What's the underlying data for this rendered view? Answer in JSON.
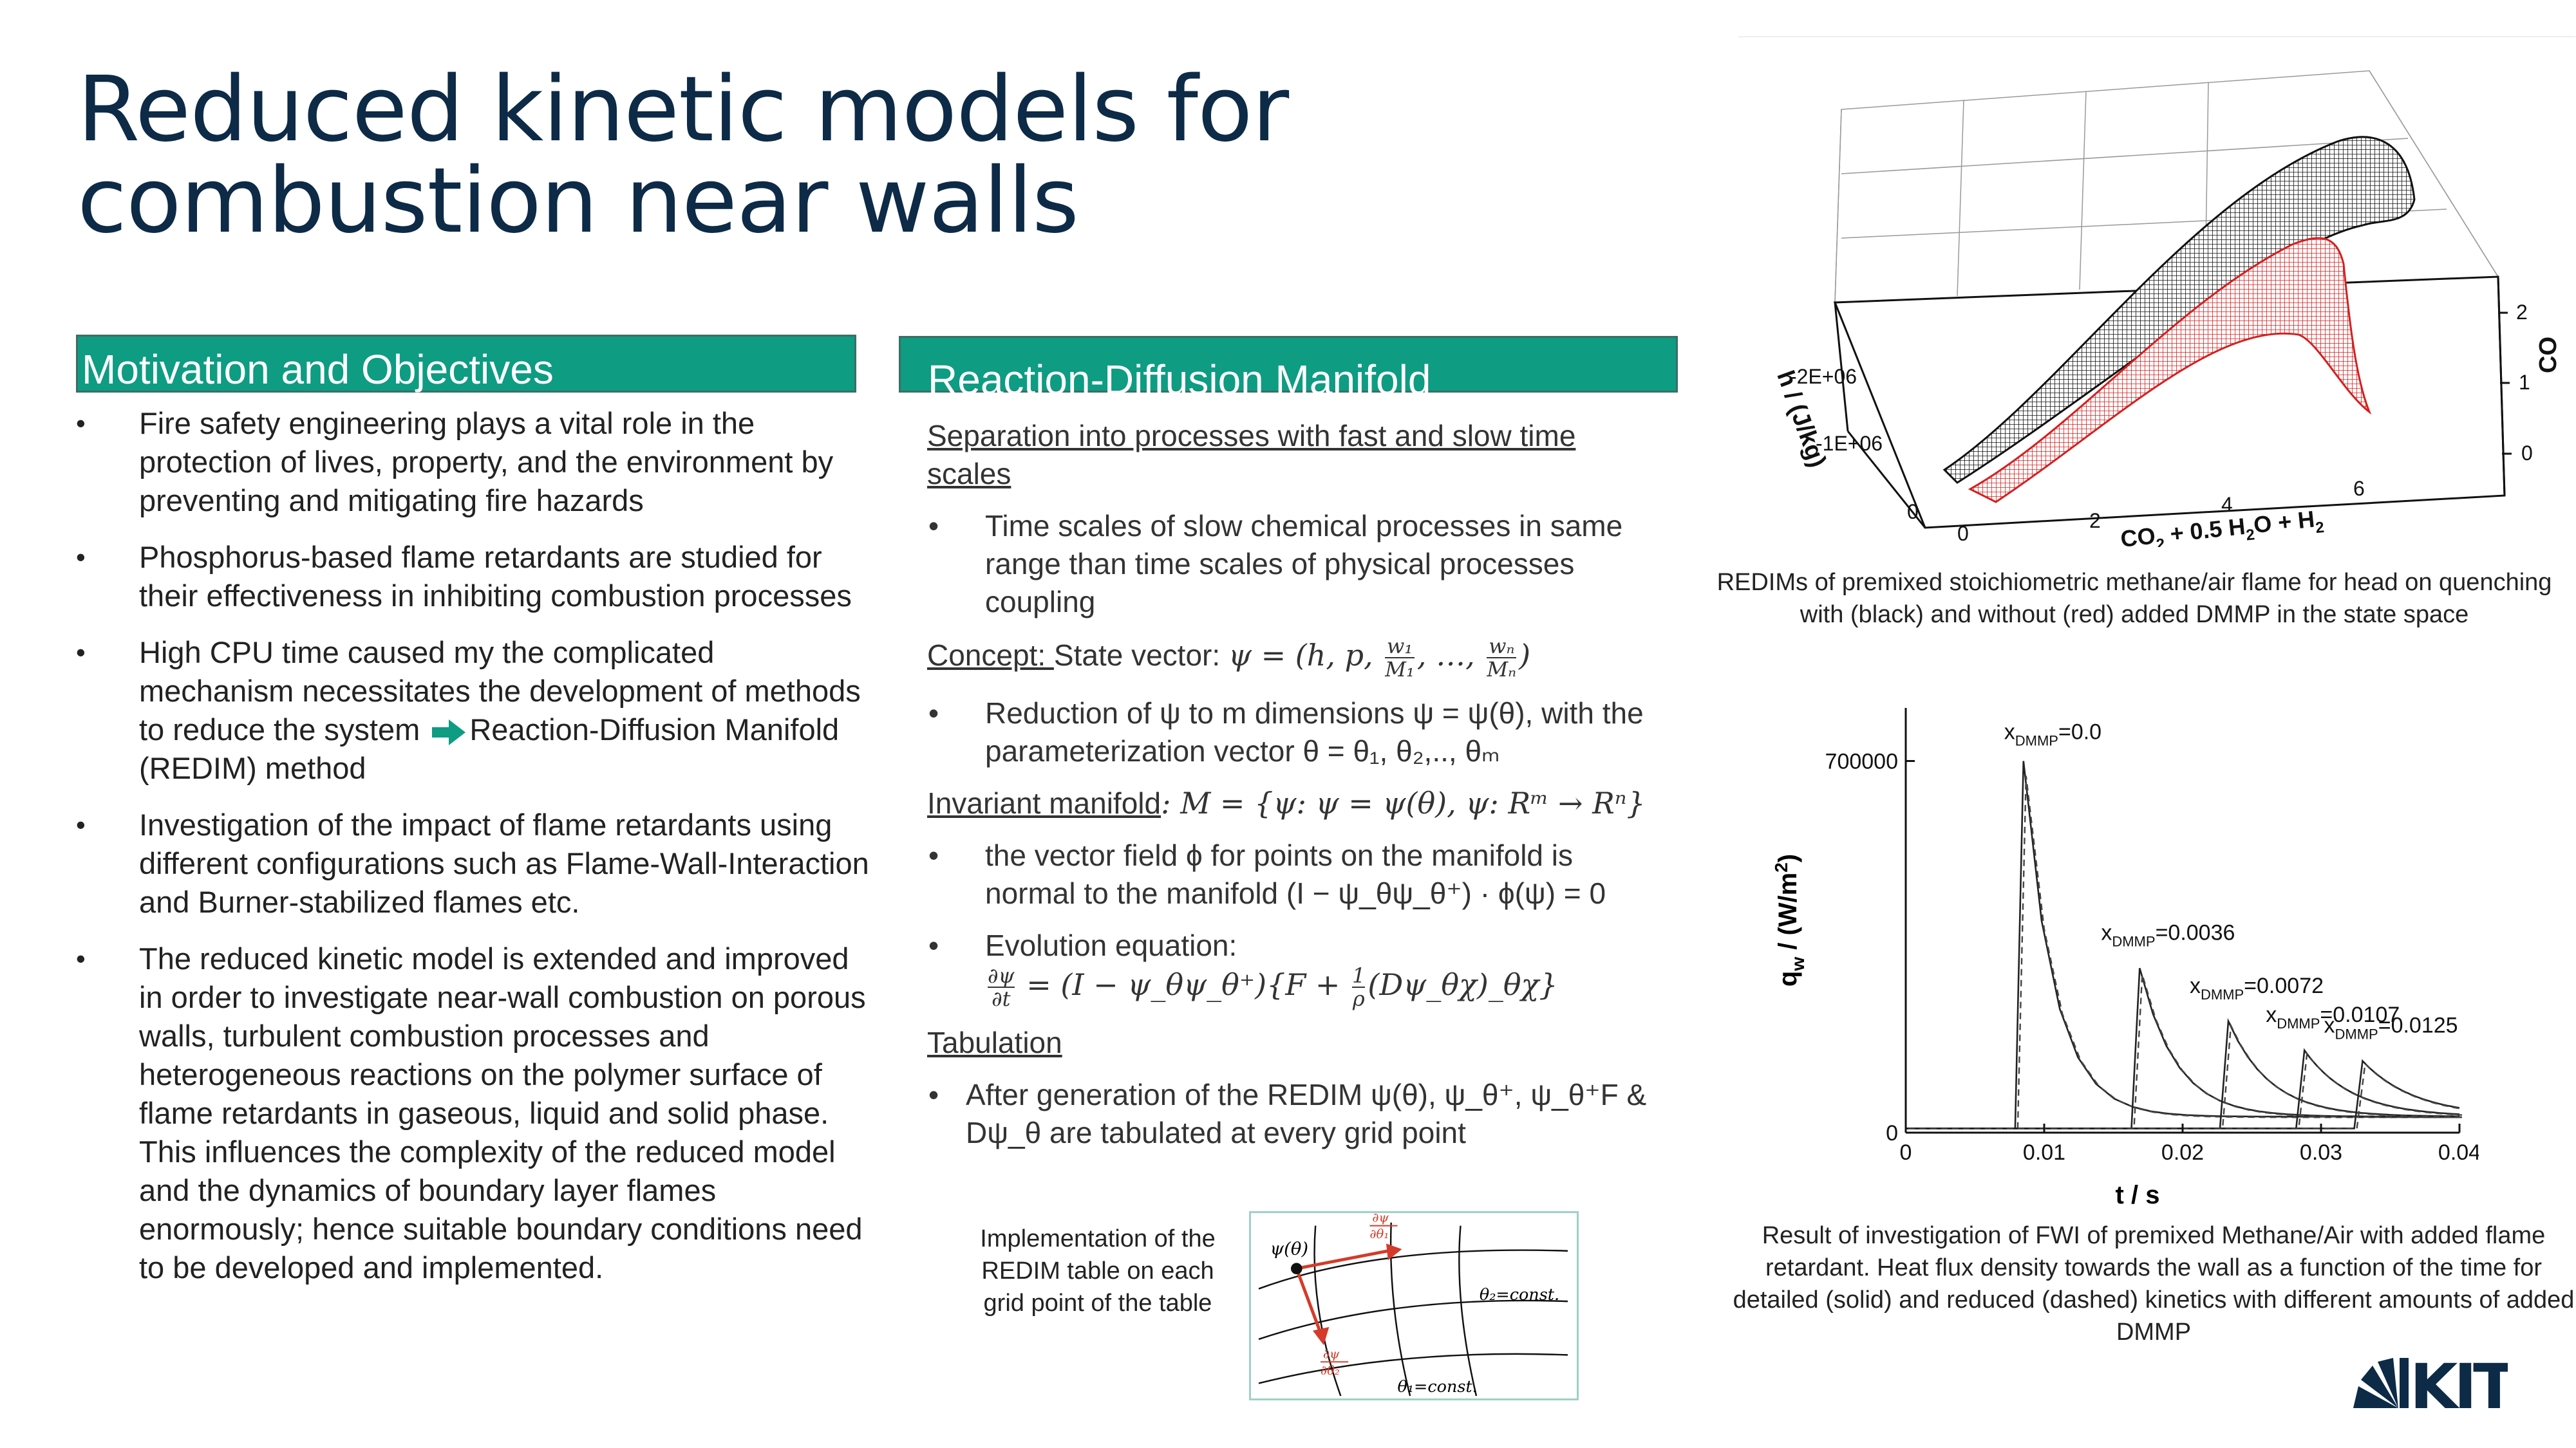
{
  "title": "Reduced kinetic models for combustion near walls",
  "motivation": {
    "heading": "Motivation and Objectives",
    "bullet": "•",
    "items": [
      "Fire safety engineering plays a vital role in the protection of lives, property, and the environment by preventing and mitigating fire hazards",
      "Phosphorus-based flame retardants are studied for their effectiveness in inhibiting combustion processes",
      "Investigation of the impact of flame retardants using different configurations such as Flame-Wall-Interaction and Burner-stabilized flames etc.",
      "The reduced kinetic model is extended and improved in order to investigate near-wall combustion on porous walls, turbulent combustion processes and heterogeneous reactions on the polymer surface of flame retardants in gaseous, liquid and solid phase. This influences the complexity of the reduced model and the dynamics of boundary layer flames enormously; hence suitable boundary conditions need to be developed and implemented."
    ],
    "cpu_item": {
      "before": "High CPU time caused my the complicated mechanism necessitates the development of methods to reduce the system",
      "after": "Reaction-Diffusion Manifold (REDIM) method"
    }
  },
  "rdm": {
    "heading": "Reaction-Diffusion  Manifold",
    "separation": "Separation into processes with fast and slow time scales",
    "timescales": "Time scales of slow chemical processes in same range than time scales of physical processes coupling",
    "concept_label": "Concept: ",
    "state_vector_label": "State vector: ",
    "state_vector_eq": "ψ = (h, p, ",
    "frac_w1_num": "w₁",
    "frac_w1_den": "M₁",
    "state_vector_mid": ", …, ",
    "frac_wn_num": "wₙ",
    "frac_wn_den": "Mₙ",
    "state_vector_end": ")",
    "reduction_text": "Reduction of ψ  to m dimensions ψ = ψ(θ), with the parameterization vector    θ = θ₁, θ₂,.., θₘ",
    "invariant_label": "Invariant  manifold",
    "invariant_eq": ": M = {ψ: ψ = ψ(θ), ψ: Rᵐ → Rⁿ}",
    "vector_field_text": "the vector field ϕ for points on the manifold is normal to the manifold (I − ψ_θψ_θ⁺) · ϕ(ψ) = 0",
    "evolution_label": "Evolution equation:",
    "frac_psi_num": "∂ψ",
    "frac_psi_den": "∂t",
    "evolution_mid": " = (I − ψ_θψ_θ⁺){F + ",
    "frac_rho_num": "1",
    "frac_rho_den": "ρ",
    "evolution_end": "(Dψ_θχ)_θχ}",
    "tabulation_label": "Tabulation",
    "tabulation_text": "After generation of the REDIM ψ(θ), ψ_θ⁺, ψ_θ⁺F & Dψ_θ are tabulated at every grid point",
    "bullet": "•"
  },
  "implementation_text": "Implementation of the REDIM table on each grid point  of the table",
  "grid_fig": {
    "psi_label": "ψ(θ)",
    "d1_num": "∂ψ",
    "d1_den": "∂θ₁",
    "d2_num": "∂ψ",
    "d2_den": "∂θ₂",
    "theta2_label": "θ₂=const.",
    "theta1_label": "θ₁=const."
  },
  "fig1": {
    "ylabel": "h / (J/kg)",
    "yticks": [
      "-2E+06",
      "-1E+06",
      "0"
    ],
    "xlabel_parts": [
      "CO",
      "2",
      " + 0.5 H",
      "2",
      "O + H",
      "2"
    ],
    "xticks": [
      "0",
      "2",
      "4",
      "6"
    ],
    "zlabel": "CO",
    "zticks": [
      "2",
      "1",
      "0"
    ],
    "colors": {
      "black_surface": "#111111",
      "red_surface": "#d42020"
    }
  },
  "caption1": "REDIMs of premixed stoichiometric methane/air flame for head on quenching with (black) and without (red) added DMMP in the state space",
  "chart_data": {
    "type": "line",
    "title": "",
    "xlabel": "t / s",
    "ylabel_parts": [
      "q",
      "w",
      " / (W/m",
      "2",
      ")"
    ],
    "xlim": [
      0,
      0.04
    ],
    "ylim": [
      0,
      800000
    ],
    "xticks": [
      "0",
      "0.01",
      "0.02",
      "0.03",
      "0.04"
    ],
    "yticks": [
      "0",
      "700000"
    ],
    "series": [
      {
        "name": "0.0",
        "peak_t": 0.0085,
        "peak_q": 700000
      },
      {
        "name": "0.0036",
        "peak_t": 0.0169,
        "peak_q": 310000
      },
      {
        "name": "0.0072",
        "peak_t": 0.0233,
        "peak_q": 210000
      },
      {
        "name": "0.0107",
        "peak_t": 0.0288,
        "peak_q": 155000
      },
      {
        "name": "0.0125",
        "peak_t": 0.033,
        "peak_q": 135000
      }
    ],
    "legend_prefix": "x",
    "legend_sub": "DMMP"
  },
  "caption2": "Result of investigation of FWI of premixed Methane/Air with added flame retardant. Heat flux density towards the wall as a function of the time for detailed (solid) and reduced (dashed) kinetics with different amounts of added DMMP",
  "logo_text": "KIT",
  "colors": {
    "title": "#0d2a47",
    "accent": "#0e9c83"
  }
}
